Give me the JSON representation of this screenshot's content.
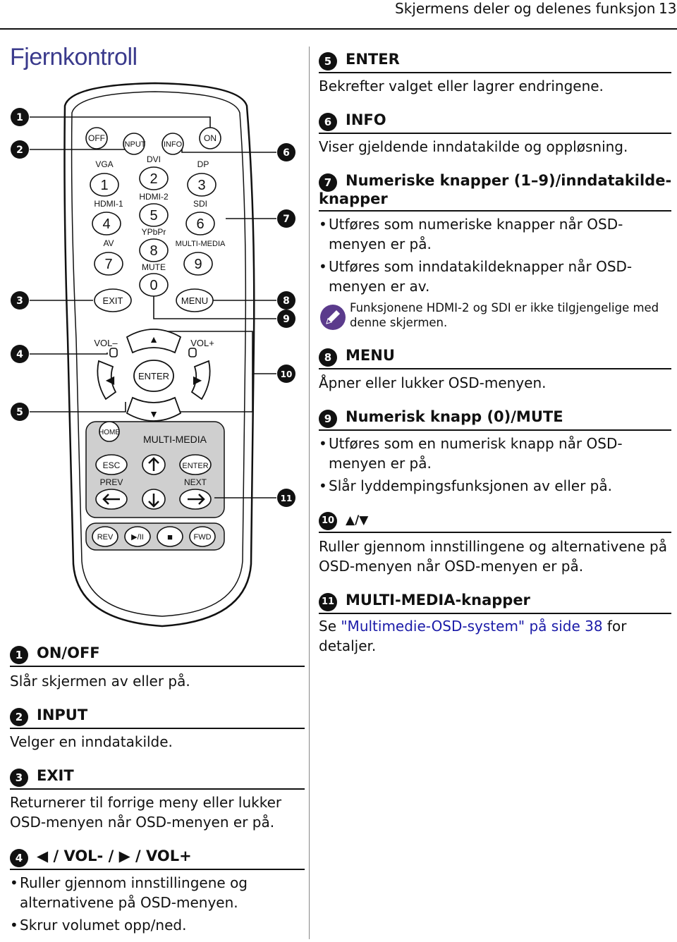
{
  "header": {
    "chapter": "Skjermens deler og delenes funksjon",
    "page_number": "13"
  },
  "title": "Fjernkontroll",
  "remote": {
    "callouts": [
      "1",
      "2",
      "3",
      "4",
      "5",
      "6",
      "7",
      "8",
      "9",
      "10",
      "11"
    ],
    "buttons": {
      "off": "OFF",
      "input": "INPUT",
      "info": "INFO",
      "on": "ON",
      "vga": "VGA",
      "dvi": "DVI",
      "dp": "DP",
      "n1": "1",
      "n2": "2",
      "n3": "3",
      "hdmi1": "HDMI-1",
      "hdmi2": "HDMI-2",
      "sdi": "SDI",
      "n4": "4",
      "n5": "5",
      "n6": "6",
      "av": "AV",
      "ypbpr": "YPbPr",
      "multimedia_src": "MULTI-MEDIA",
      "n7": "7",
      "n8": "8",
      "n9": "9",
      "mute": "MUTE",
      "n0": "0",
      "exit": "EXIT",
      "menu": "MENU",
      "volminus": "VOL–",
      "volplus": "VOL+",
      "up": "▲",
      "down": "▼",
      "left": "◀",
      "right": "▶",
      "enter": "ENTER",
      "home": "HOME",
      "multimedia": "MULTI-MEDIA",
      "esc": "ESC",
      "enter2": "ENTER",
      "prev": "PREV",
      "next": "NEXT",
      "rev": "REV",
      "playpause": "▶/II",
      "stop": "■",
      "fwd": "FWD"
    }
  },
  "left_items": [
    {
      "num": "1",
      "title": "ON/OFF",
      "text": "Slår skjermen av eller på."
    },
    {
      "num": "2",
      "title": "INPUT",
      "text": "Velger en inndatakilde."
    },
    {
      "num": "3",
      "title": "EXIT",
      "line1": "Returnerer til forrige meny eller lukker",
      "line2": "OSD-menyen når OSD-menyen er på."
    },
    {
      "num": "4",
      "title": "◀ / VOL- / ▶ / VOL+",
      "b1l1": "Ruller gjennom innstillingene og",
      "b1l2": "alternativene på OSD-menyen.",
      "b2": "Skrur volumet opp/ned."
    }
  ],
  "right_items": [
    {
      "num": "5",
      "title": "ENTER",
      "text": "Bekrefter valget eller lagrer endringene."
    },
    {
      "num": "6",
      "title": "INFO",
      "text": "Viser gjeldende inndatakilde og oppløsning."
    },
    {
      "num": "7",
      "title_l1": "Numeriske knapper (1–9)/inndatakilde-",
      "title_l2": "knapper",
      "b1l1": "Utføres som numeriske knapper når OSD-",
      "b1l2": "menyen er på.",
      "b2l1": "Utføres som inndatakildeknapper når OSD-",
      "b2l2": "menyen er av.",
      "note_l1": "Funksjonene HDMI-2 og SDI er ikke tilgjengelige med",
      "note_l2": "denne skjermen."
    },
    {
      "num": "8",
      "title": "MENU",
      "text": "Åpner eller lukker OSD-menyen."
    },
    {
      "num": "9",
      "title": "Numerisk knapp (0)/MUTE",
      "b1l1": "Utføres som en numerisk knapp når OSD-",
      "b1l2": "menyen er på.",
      "b2": "Slår lyddempingsfunksjonen av eller på."
    },
    {
      "num": "10",
      "title": "▲/▼",
      "line1": "Ruller gjennom innstillingene og alternativene på",
      "line2": "OSD-menyen når OSD-menyen er på."
    },
    {
      "num": "11",
      "title": "MULTI-MEDIA-knapper",
      "prefix": "Se ",
      "link": "\"Multimedie-OSD-system\" på side 38",
      "suffix": " for",
      "line2": "detaljer."
    }
  ]
}
